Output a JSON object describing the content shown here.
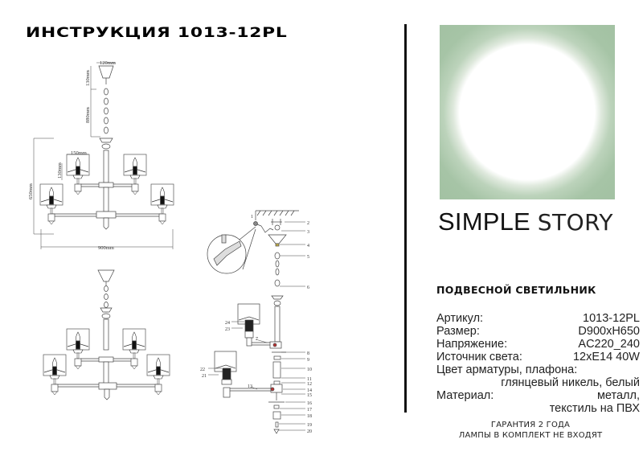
{
  "document": {
    "title": "ИНСТРУКЦИЯ 1013-12PL"
  },
  "brand": {
    "name_part1": "SIMPLE",
    "name_part2": "STORY",
    "logo_color": "#a2c1a2"
  },
  "product": {
    "type": "ПОДВЕСНОЙ СВЕТИЛЬНИК",
    "specs": [
      {
        "label": "Артикул:",
        "value": "1013-12PL"
      },
      {
        "label": "Размер:",
        "value": "D900xH650"
      },
      {
        "label": "Напряжение:",
        "value": "AC220_240"
      },
      {
        "label": "Источник света:",
        "value": "12xE14 40W"
      }
    ],
    "color_label": "Цвет арматуры, плафона:",
    "color_value": "глянцевый никель, белый",
    "material_label": "Материал:",
    "material_value_1": "металл,",
    "material_value_2": "текстиль на ПВХ"
  },
  "footer": {
    "warranty": "ГАРАНТИЯ 2 ГОДА",
    "lamps_note": "ЛАМПЫ В КОМПЛЕКТ НЕ ВХОДЯТ"
  },
  "drawing": {
    "dim_canopy": "120mm",
    "dim_canopy_height": "130mm",
    "dim_chain": "880mm",
    "dim_shade_width": "150mm",
    "dim_shade_height": "130mm",
    "dim_total_height": "650mm",
    "dim_diameter": "900mm",
    "part_labels": [
      "1",
      "2",
      "3",
      "4",
      "5",
      "6",
      "7",
      "8",
      "9",
      "10",
      "11",
      "12",
      "13",
      "14",
      "15",
      "16",
      "17",
      "18",
      "19",
      "20",
      "21",
      "22",
      "23",
      "24"
    ]
  }
}
